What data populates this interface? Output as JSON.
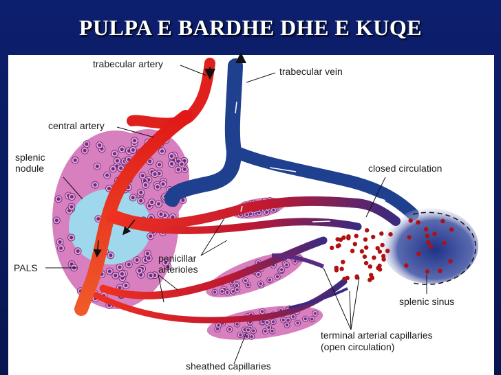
{
  "slide": {
    "title": "PULPA E BARDHE DHE E KUQE"
  },
  "diagram": {
    "labels": {
      "trabecular_artery": "trabecular artery",
      "trabecular_vein": "trabecular vein",
      "central_artery": "central artery",
      "splenic_nodule_line1": "splenic",
      "splenic_nodule_line2": "nodule",
      "closed_circulation": "closed circulation",
      "pals": "PALS",
      "penicillar_line1": "penicillar",
      "penicillar_line2": "arterioles",
      "splenic_sinus": "splenic sinus",
      "terminal_line1": "terminal arterial capillaries",
      "terminal_line2": "(open circulation)",
      "sheathed_capillaries": "sheathed capillaries"
    },
    "colors": {
      "artery": "#e0201c",
      "vein": "#1f3f8f",
      "nodule_cells": "#e890c8",
      "pals_zone": "#9fd8ec",
      "red_cells": "#b01010",
      "sinus": "#2a3e90"
    }
  }
}
